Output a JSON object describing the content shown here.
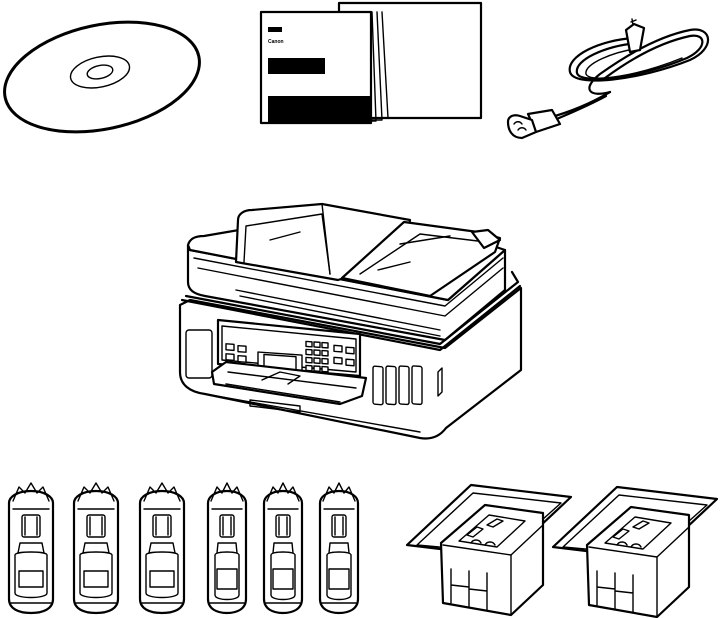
{
  "manual": {
    "brand_text": "Canon"
  },
  "items": [
    {
      "name": "setup-cd-rom",
      "icon": "cd-disc-icon"
    },
    {
      "name": "manuals-and-documents",
      "icon": "document-stack-icon"
    },
    {
      "name": "power-cord",
      "icon": "power-cord-icon"
    },
    {
      "name": "printer",
      "icon": "printer-icon"
    },
    {
      "name": "ink-bottles",
      "icon": "ink-bottle-icon",
      "count": 6
    },
    {
      "name": "print-heads",
      "icon": "print-head-icon",
      "count": 2
    }
  ]
}
